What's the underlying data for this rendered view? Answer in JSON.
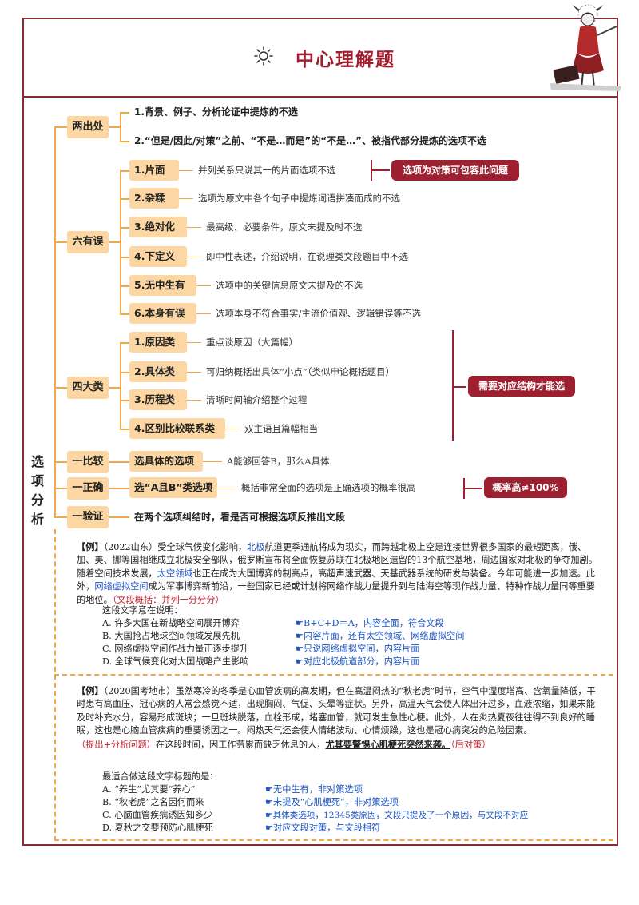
{
  "header": {
    "title": "中心理解题"
  },
  "side_label": [
    "选",
    "项",
    "分",
    "析"
  ],
  "two_out": {
    "label": "两出处",
    "items": [
      "1.背景、例子、分析论证中提炼的不选",
      "2.“但是/因此/对策”之前、“不是…而是”的“不是…”、被指代部分提炼的选项不选"
    ]
  },
  "six_errors": {
    "label": "六有误",
    "items": [
      {
        "name": "1.片面",
        "desc": "并列关系只说其一的片面选项不选"
      },
      {
        "name": "2.杂糅",
        "desc": "选项为原文中各个句子中提炼词语拼凑而成的不选"
      },
      {
        "name": "3.绝对化",
        "desc": "最高级、必要条件，原文未提及时不选"
      },
      {
        "name": "4.下定义",
        "desc": "即中性表述，介绍说明，在说理类文段题目中不选"
      },
      {
        "name": "5.无中生有",
        "desc": "选项中的关键信息原文未提及的不选"
      },
      {
        "name": "6.本身有误",
        "desc": "选项本身不符合事实/主流价值观、逻辑错误等不选"
      }
    ],
    "note": "选项为对策可包容此问题"
  },
  "four_types": {
    "label": "四大类",
    "items": [
      {
        "name": "1.原因类",
        "desc": "重点谈原因（大篇幅）"
      },
      {
        "name": "2.具体类",
        "desc": "可归纳概括出具体“小点”（类似申论概括题目）"
      },
      {
        "name": "3.历程类",
        "desc": "清晰时间轴介绍整个过程"
      },
      {
        "name": "4.区别比较联系类",
        "desc": "双主语且篇幅相当"
      }
    ],
    "note": "需要对应结构才能选"
  },
  "compare": {
    "label": "一比较",
    "name": "选具体的选项",
    "desc": "A能够回答B，那么A具体"
  },
  "correct": {
    "label": "一正确",
    "name": "选“A且B”类选项",
    "desc": "概括非常全面的选项是正确选项的概率很高",
    "note": "概率高≠100%"
  },
  "verify": {
    "label": "一验证",
    "desc": "在两个选项纠结时，看是否可根据选项反推出文段"
  },
  "example1": {
    "tag": "【例】",
    "source": "（2022山东）",
    "p1": "受全球气候变化影响，",
    "p2": "北极",
    "p3": "航道更季通航将成为现实，而跨越北极上空是连接世界很多国家的最短距离，俄、加、美、挪等国相继成立北极安全部队，俄罗斯宣布将全面恢复苏联在北极地区遗留的13个航空基地，周边国家对北极的争夺加剧。随着空间技术发展，",
    "p4": "太空领域",
    "p5": "也正在成为大国博弈的制高点，高超声速武器、天基武器系统的研发与装备。今年可能进一步加速。此外，",
    "p6": "网络虚拟空间",
    "p7": "成为军事博弈新前沿，一些国家已经或计划将网络作战力量提升到与陆海空等现作战力量、特种作战力量同等重要的地位。",
    "p8": "（文段概括：并列一分分分）",
    "question": "这段文字意在说明：",
    "options": [
      {
        "text": "A.  许多大国在新战略空间展开博弈",
        "note": "☛B+C+D＝A，内容全面，符合文段"
      },
      {
        "text": "B.  大国抢占地球空间领域发展先机",
        "note": "☛内容片面，还有太空领域、网络虚拟空间"
      },
      {
        "text": "C.  网络虚拟空间作战力量正逐步提升",
        "note": "☛只说网络虚拟空间，内容片面"
      },
      {
        "text": "D.  全球气候变化对大国战略产生影响",
        "note": "☛对应北极航道部分，内容片面"
      }
    ]
  },
  "example2": {
    "tag": "【例】",
    "source": "（2020国考地市）",
    "p1": "虽然寒冷的冬季是心血管疾病的高发期，但在高温闷热的“秋老虎”时节，空气中湿度增高、含氧量降低，平时患有高血压、冠心病的人常会感觉不适，出现胸闷、气促、头晕等症状。另外，高温天气会使人体出汗过多，血液浓缩，如果未能及时补充水分，容易形成斑块；一旦斑块脱落，血栓形成，堵塞血管，就可发生急性心梗。此外，人在炎热夏夜往往得不到良好的睡眠，这也是心脑血管疾病的重要诱因之一。闷热天气还会使人情绪波动、心情烦躁，这也是冠心病突发的危险因素。",
    "p2": "（提出+分析问题）",
    "p3": "在这段时间，因工作劳累而缺乏休息的人，",
    "p4": "尤其要警惕心肌梗死突然来袭。",
    "p5": "（后对策）",
    "question": "最适合做这段文字标题的是：",
    "options": [
      {
        "text": "A.  “养生”尤其要“养心”",
        "note": "☛无中生有，非对策选项"
      },
      {
        "text": "B.  “秋老虎”之名因何而来",
        "note": "☛未提及“心肌梗死”，非对策选项"
      },
      {
        "text": "C.  心脑血管疾病诱因知多少",
        "note": "☛具体类选项，12345类原因，文段只提及了一个原因，与文段不对应"
      },
      {
        "text": "D.  夏秋之交要预防心肌梗死",
        "note": "☛对应文段对策，与文段相符"
      }
    ]
  }
}
